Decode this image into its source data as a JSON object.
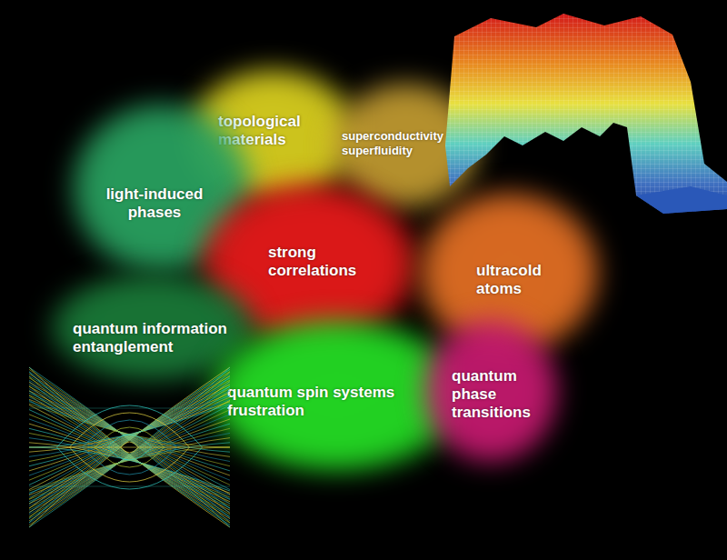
{
  "diagram": {
    "nodes": [
      {
        "text": [
          "topological materials"
        ]
      },
      {
        "text": [
          "superconductivity superfluidity"
        ]
      },
      {
        "text": [
          "light-induced phases"
        ]
      },
      {
        "text": [
          "strong correlations"
        ]
      },
      {
        "text": [
          "ultracold atoms"
        ]
      },
      {
        "text": [
          "quantum information entanglement"
        ]
      },
      {
        "text": [
          "quantum spin systems frustration"
        ]
      },
      {
        "text": [
          "quantum phase transitions"
        ]
      }
    ]
  }
}
